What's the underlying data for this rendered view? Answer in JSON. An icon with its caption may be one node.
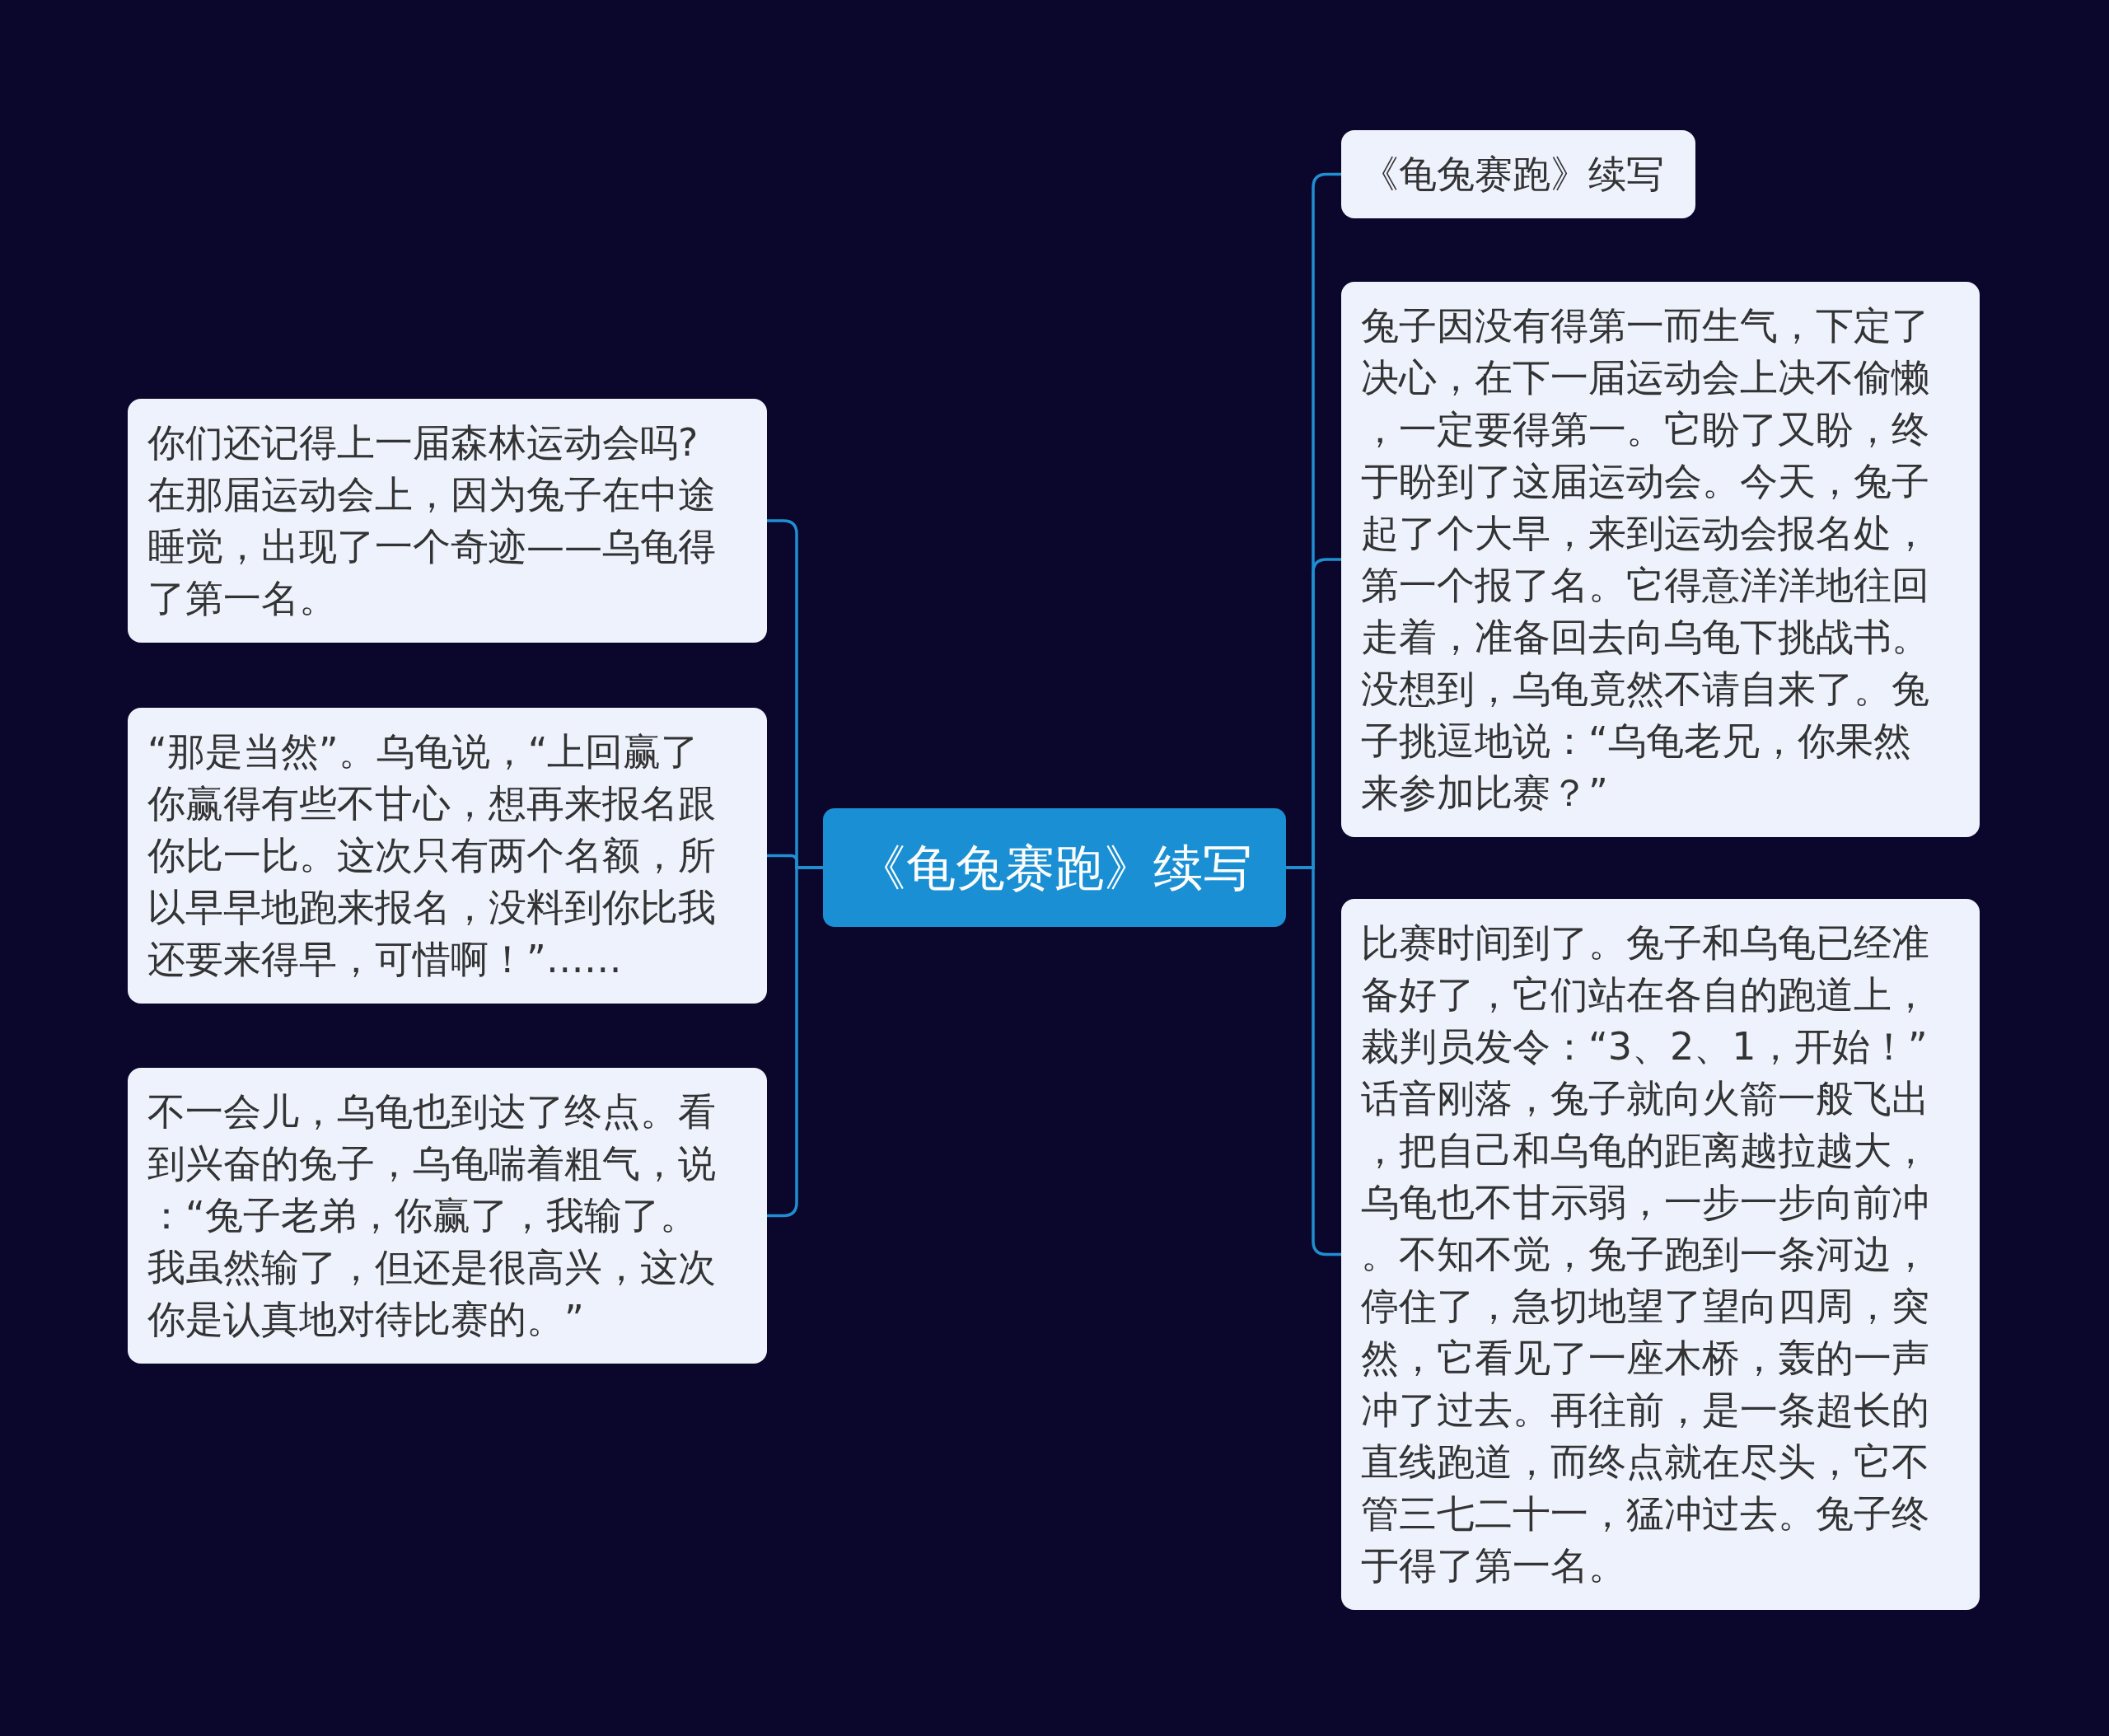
{
  "diagram": {
    "nodes": [
      {
        "text": [
          "《龟兔赛跑》续写"
        ]
      },
      {
        "text": [
          "《龟兔赛跑》续写"
        ]
      },
      {
        "text": [
          "兔子因没有得第一而生气，下定了决心，在下一届运动会上决不偷懒，一定要得第一。它盼了又盼，终于盼到了这届运动会。今天，兔子起了个大早，来到运动会报名处，第一个报了名。它得意洋洋地往回走着，准备回去向乌龟下挑战书。没想到，乌龟竟然不请自来了。兔子挑逗地说：“乌龟老兄，你果然来参加比赛？”"
        ]
      },
      {
        "text": [
          "比赛时间到了。兔子和乌龟已经准备好了，它们站在各自的跑道上，裁判员发令：“3、2、1，开始！”话音刚落，兔子就向火箭一般飞出，把自己和乌龟的距离越拉越大，乌龟也不甘示弱，一步一步向前冲。不知不觉，兔子跑到一条河边，停住了，急切地望了望向四周，突然，它看见了一座木桥，轰的一声冲了过去。再往前，是一条超长的直线跑道，而终点就在尽头，它不管三七二十一，猛冲过去。兔子终于得了第一名。"
        ]
      },
      {
        "text": [
          "你们还记得上一届森林运动会吗?在那届运动会上，因为兔子在中途睡觉，出现了一个奇迹——乌龟得了第一名。"
        ]
      },
      {
        "text": [
          "“那是当然”。乌龟说，“上回赢了你赢得有些不甘心，想再来报名跟你比一比。这次只有两个名额，所以早早地跑来报名，没料到你比我还要来得早，可惜啊！”……"
        ]
      },
      {
        "text": [
          "不一会儿，乌龟也到达了终点。看到兴奋的兔子，乌龟喘着粗气，说：“兔子老弟，你赢了，我输了。我虽然输了，但还是很高兴，这次你是认真地对待比赛的。”"
        ]
      }
    ],
    "edges": [
      {
        "from": 0,
        "to": 1,
        "arrow": "none"
      },
      {
        "from": 0,
        "to": 2,
        "arrow": "none"
      },
      {
        "from": 0,
        "to": 3,
        "arrow": "none"
      },
      {
        "from": 0,
        "to": 4,
        "arrow": "none"
      },
      {
        "from": 0,
        "to": 5,
        "arrow": "none"
      },
      {
        "from": 0,
        "to": 6,
        "arrow": "none"
      }
    ]
  }
}
